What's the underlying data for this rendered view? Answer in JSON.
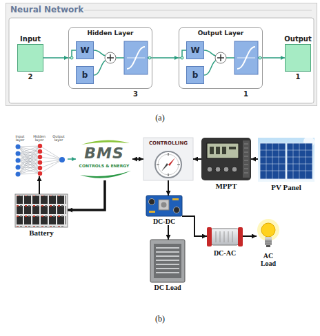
{
  "diagram": {
    "nodes": [
      {
        "text": [
          "Neural Network"
        ]
      },
      {
        "text": [
          "Input",
          "2"
        ],
        "in": 0
      },
      {
        "text": [
          "Hidden Layer",
          "3"
        ],
        "in": 0
      },
      {
        "text": [
          "W"
        ],
        "in": 2
      },
      {
        "text": [
          "b"
        ],
        "in": 2
      },
      {
        "text": [
          "Output Layer",
          "1"
        ],
        "in": 0
      },
      {
        "text": [
          "W"
        ],
        "in": 5
      },
      {
        "text": [
          "b"
        ],
        "in": 5
      },
      {
        "text": [
          "Output",
          "1"
        ],
        "in": 0
      },
      {
        "text": [
          "Input layer",
          "Hidden layer",
          "Output layer"
        ]
      },
      {
        "text": [
          "BMS",
          "CONTROLS & ENERGY"
        ]
      },
      {
        "text": [
          "CONTROLLING"
        ]
      },
      {
        "text": [
          "MPPT"
        ]
      },
      {
        "text": [
          "PV Panel"
        ]
      },
      {
        "text": [
          "Battery"
        ]
      },
      {
        "text": [
          "DC-DC"
        ]
      },
      {
        "text": [
          "DC-AC"
        ]
      },
      {
        "text": [
          "AC Load"
        ]
      },
      {
        "text": [
          "DC Load"
        ]
      }
    ],
    "edges": [
      {
        "from": 1,
        "to": 2,
        "arrow": "to"
      },
      {
        "from": 2,
        "to": 5,
        "arrow": "to"
      },
      {
        "from": 5,
        "to": 8,
        "arrow": "to"
      },
      {
        "from": 9,
        "to": 10,
        "arrow": "to"
      },
      {
        "from": 10,
        "to": 11,
        "arrow": "both"
      },
      {
        "from": 12,
        "to": 11,
        "arrow": "to"
      },
      {
        "from": 13,
        "to": 12,
        "arrow": "to"
      },
      {
        "from": 14,
        "to": 9,
        "arrow": "to"
      },
      {
        "from": 10,
        "to": 14,
        "arrow": "to"
      },
      {
        "from": 11,
        "to": 15,
        "arrow": "to"
      },
      {
        "from": 15,
        "to": 18,
        "arrow": "to"
      },
      {
        "from": 15,
        "to": 16,
        "arrow": "to"
      },
      {
        "from": 16,
        "to": 17,
        "arrow": "to"
      }
    ],
    "labels": [
      "(a)",
      "(b)"
    ]
  }
}
